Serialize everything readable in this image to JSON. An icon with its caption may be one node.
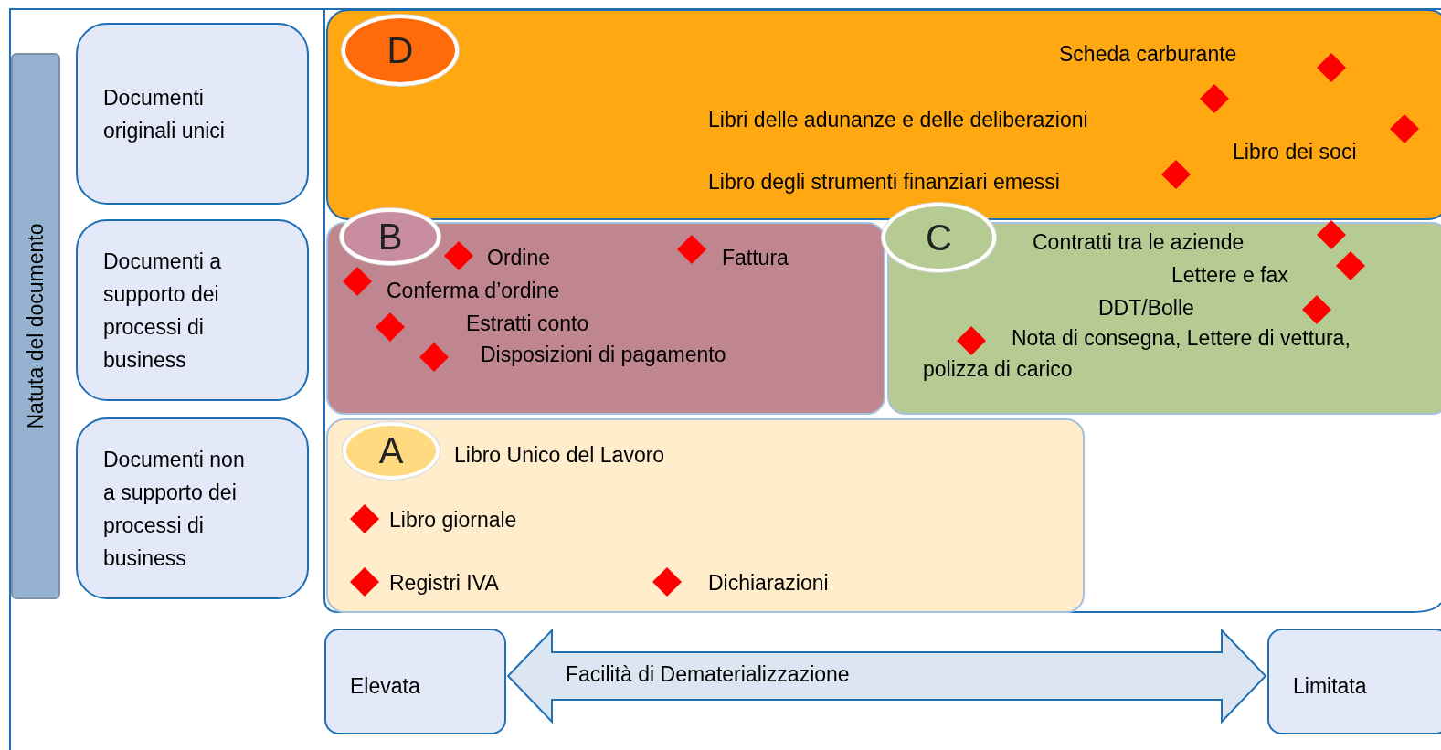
{
  "diagram": {
    "nodes": [
      {
        "text": [
          "Natuta del documento"
        ]
      },
      {
        "text": [
          "Documenti originali unici"
        ]
      },
      {
        "text": [
          "Documenti a supporto dei processi di business"
        ]
      },
      {
        "text": [
          "Documenti non a supporto dei processi di business"
        ]
      },
      {
        "text": [
          "Scheda carburante",
          "Libri delle adunanze e delle deliberazioni",
          "Libro dei soci",
          "Libro degli strumenti finanziari emessi"
        ]
      },
      {
        "text": [
          "D"
        ],
        "in": 4
      },
      {
        "text": [
          "Ordine",
          "Fattura",
          "Conferma d’ordine",
          "Estratti conto",
          "Disposizioni di pagamento"
        ]
      },
      {
        "text": [
          "B"
        ]
      },
      {
        "text": [
          "Contratti tra le aziende",
          "Lettere e fax",
          "DDT/Bolle",
          "Nota di consegna, Lettere di vettura, polizza di carico"
        ]
      },
      {
        "text": [
          "C"
        ]
      },
      {
        "text": [
          "Libro Unico del Lavoro",
          "Libro giornale",
          "Registri IVA",
          "Dichiarazioni"
        ]
      },
      {
        "text": [
          "A"
        ],
        "in": 10
      },
      {
        "text": [
          "Elevata"
        ]
      },
      {
        "text": [
          "Limitata"
        ]
      }
    ],
    "edges": [
      {
        "from": 12,
        "to": 13,
        "arrow": "both",
        "label": "Facilità di Dematerializzazione",
        "style": "thick"
      }
    ]
  }
}
